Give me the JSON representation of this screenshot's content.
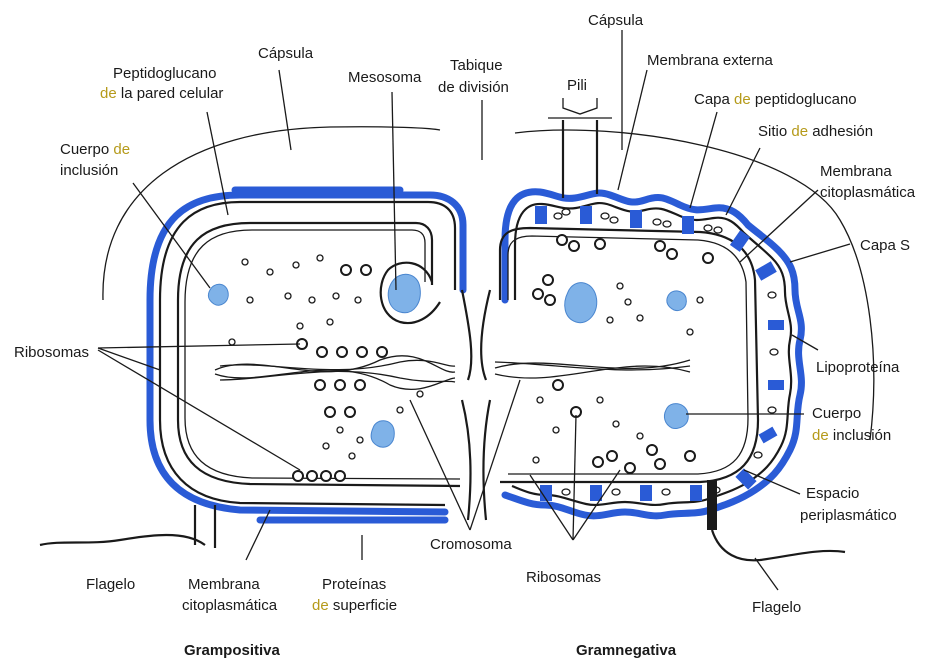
{
  "colors": {
    "membrane_blue": "#2a5bd6",
    "inclusion_blue": "#7fb2e8",
    "highlight": "#b59a1a"
  },
  "labels": {
    "left": {
      "peptidoglucano_1": "Peptidoglucano",
      "peptidoglucano_2_hl": "de",
      "peptidoglucano_2": " la pared celular",
      "capsula": "Cápsula",
      "mesosoma": "Mesosoma",
      "cuerpo_1": "Cuerpo ",
      "cuerpo_1_hl": "de",
      "cuerpo_2": "inclusión",
      "ribosomas": "Ribosomas",
      "flagelo": "Flagelo",
      "membrana_1": "Membrana",
      "membrana_2": "citoplasmática",
      "proteinas_1": "Proteínas",
      "proteinas_2_hl": "de",
      "proteinas_2": " superficie"
    },
    "center": {
      "tabique_1": "Tabique",
      "tabique_2": "de división",
      "cromosoma": "Cromosoma",
      "ribosomas": "Ribosomas"
    },
    "right": {
      "capsula": "Cápsula",
      "pili": "Pili",
      "membrana_externa": "Membrana externa",
      "capa_pep_1": "Capa ",
      "capa_pep_hl": "de",
      "capa_pep_2": " peptidoglucano",
      "sitio_1": "Sitio ",
      "sitio_hl": "de",
      "sitio_2": " adhesión",
      "membrana_1": "Membrana",
      "membrana_2": "citoplasmática",
      "capa_s": "Capa S",
      "lipoproteina": "Lipoproteína",
      "cuerpo_1": "Cuerpo",
      "cuerpo_2_hl": "de",
      "cuerpo_2": " inclusión",
      "espacio_1": "Espacio",
      "espacio_2": "periplasmático",
      "flagelo": "Flagelo"
    }
  },
  "titles": {
    "grampositiva": "Grampositiva",
    "gramnegativa": "Gramnegativa"
  }
}
